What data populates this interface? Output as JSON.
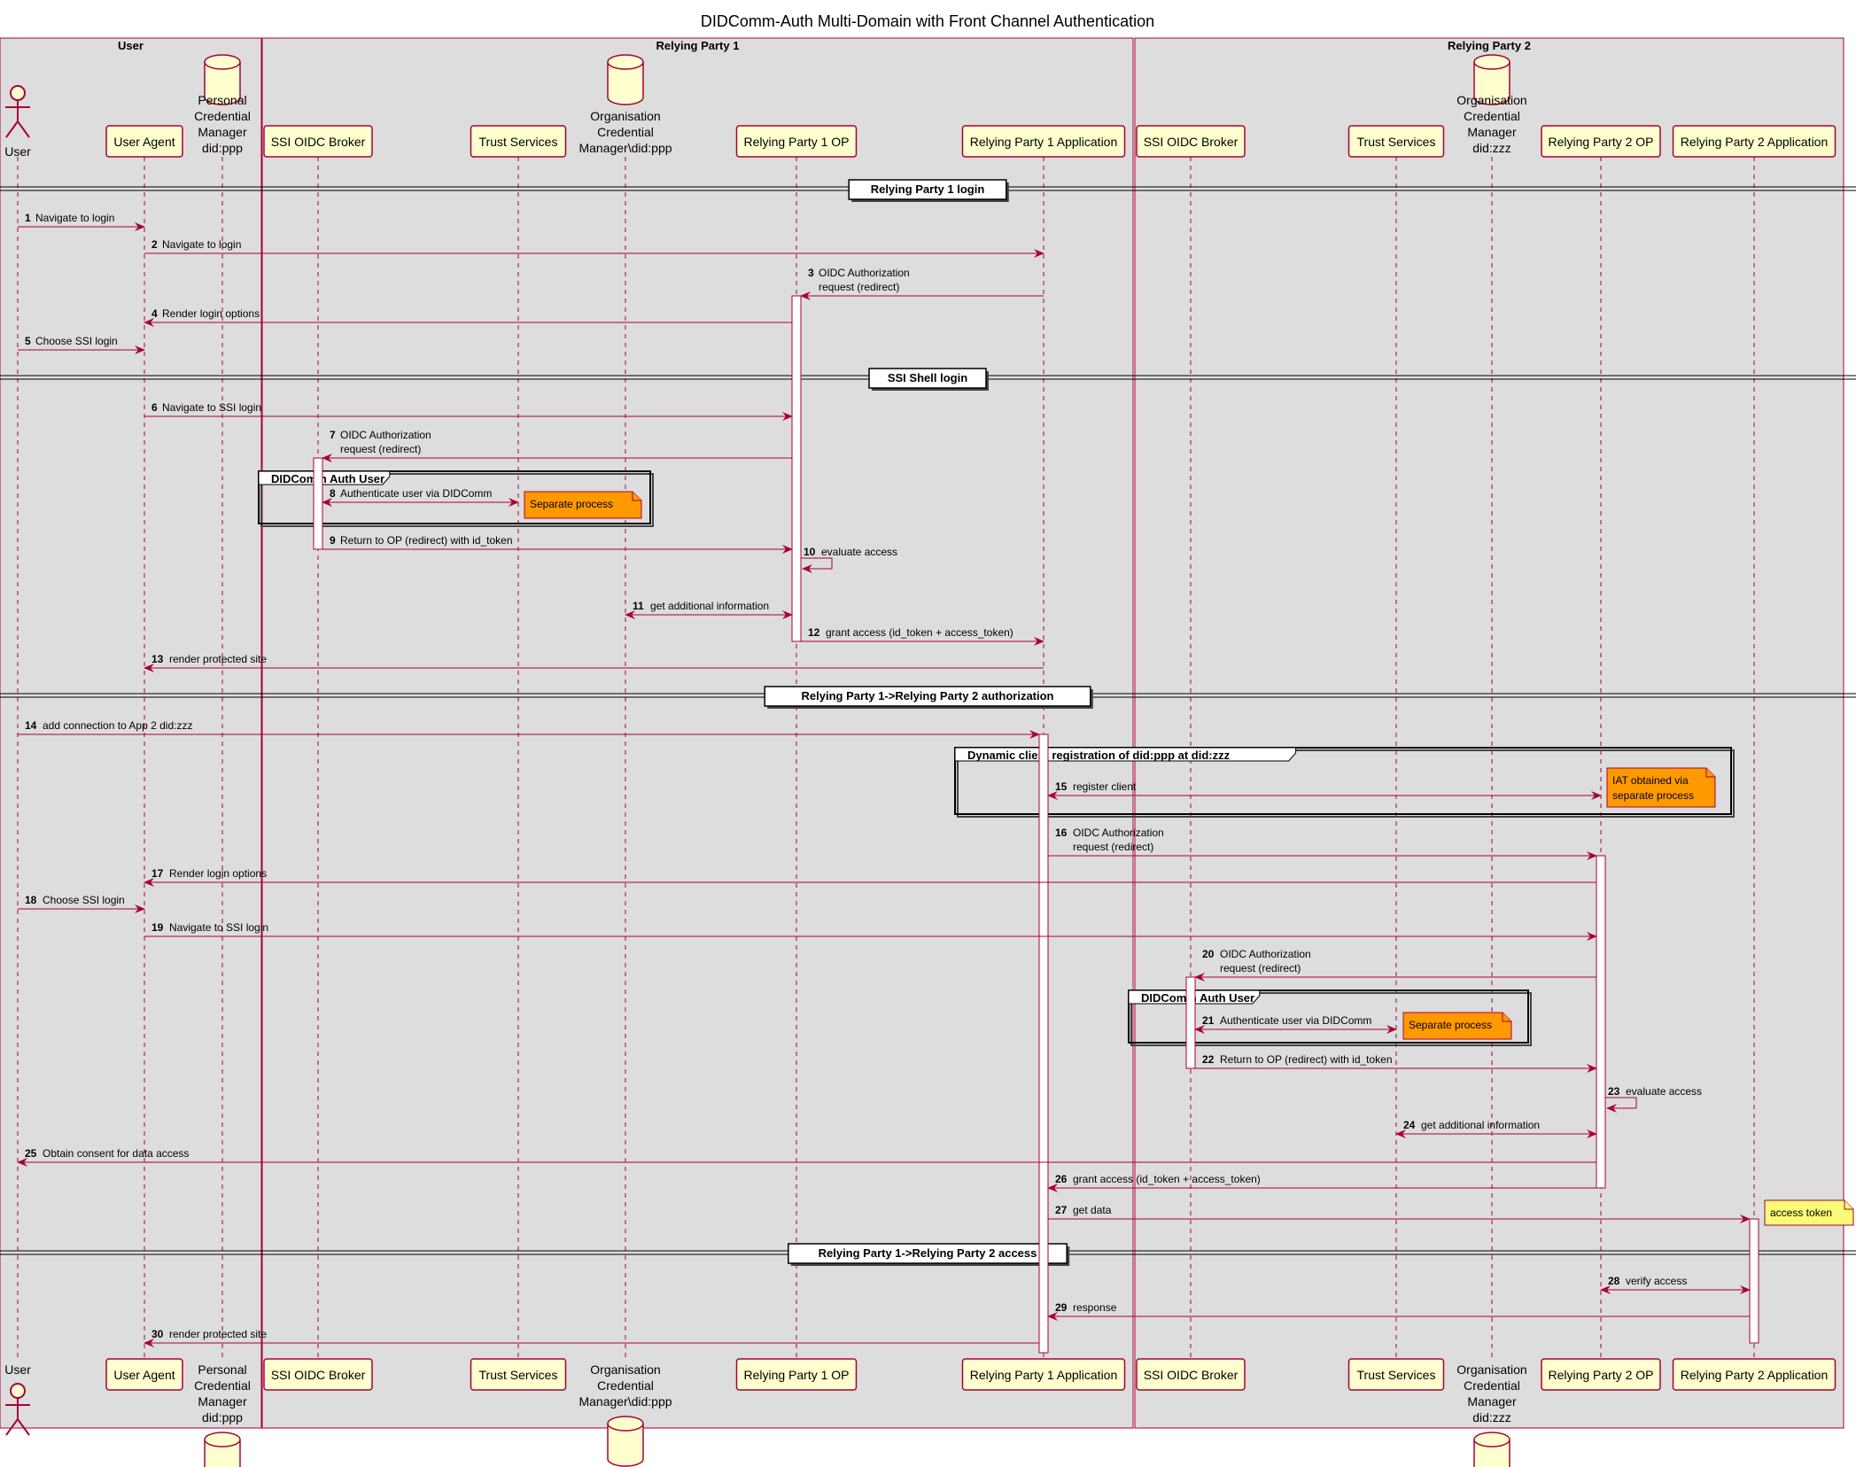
{
  "title": "DIDComm-Auth Multi-Domain with Front Channel Authentication",
  "boxes": [
    {
      "id": "user",
      "label": "User"
    },
    {
      "id": "rp1",
      "label": "Relying Party 1"
    },
    {
      "id": "rp2",
      "label": "Relying Party 2"
    }
  ],
  "participants": [
    {
      "id": "user",
      "type": "actor",
      "lines": [
        "User"
      ]
    },
    {
      "id": "ua",
      "type": "participant",
      "lines": [
        "User Agent"
      ]
    },
    {
      "id": "pcm",
      "type": "database",
      "lines": [
        "Personal",
        "Credential",
        "Manager",
        "did:ppp"
      ]
    },
    {
      "id": "broker1",
      "type": "participant",
      "lines": [
        "SSI OIDC Broker"
      ]
    },
    {
      "id": "trust1",
      "type": "participant",
      "lines": [
        "Trust Services"
      ]
    },
    {
      "id": "ocm1",
      "type": "database",
      "lines": [
        "Organisation",
        "Credential",
        "Manager\\did:ppp"
      ]
    },
    {
      "id": "op1",
      "type": "participant",
      "lines": [
        "Relying Party 1 OP"
      ]
    },
    {
      "id": "app1",
      "type": "participant",
      "lines": [
        "Relying Party 1 Application"
      ]
    },
    {
      "id": "broker2",
      "type": "participant",
      "lines": [
        "SSI OIDC Broker"
      ]
    },
    {
      "id": "trust2",
      "type": "participant",
      "lines": [
        "Trust Services"
      ]
    },
    {
      "id": "ocm2",
      "type": "database",
      "lines": [
        "Organisation",
        "Credential",
        "Manager",
        "did:zzz"
      ]
    },
    {
      "id": "op2",
      "type": "participant",
      "lines": [
        "Relying Party 2 OP"
      ]
    },
    {
      "id": "app2",
      "type": "participant",
      "lines": [
        "Relying Party 2 Application"
      ]
    }
  ],
  "dividers": [
    {
      "label": "Relying Party 1 login"
    },
    {
      "label": "SSI Shell login"
    },
    {
      "label": "Relying Party 1->Relying Party 2 authorization"
    },
    {
      "label": "Relying Party 1->Relying Party 2 access"
    }
  ],
  "groups": [
    {
      "label": "DIDComm Auth User"
    },
    {
      "label": "Dynamic client registration of did:ppp at did:zzz"
    },
    {
      "label": "DIDComm Auth User"
    }
  ],
  "notes": [
    {
      "text": [
        "Separate process"
      ]
    },
    {
      "text": [
        "IAT obtained via",
        "separate process"
      ]
    },
    {
      "text": [
        "Separate process"
      ]
    },
    {
      "text": [
        "access token"
      ]
    }
  ],
  "messages": [
    {
      "n": "1",
      "from": "user",
      "to": "ua",
      "text": [
        "Navigate to login"
      ]
    },
    {
      "n": "2",
      "from": "ua",
      "to": "app1",
      "text": [
        "Navigate to login"
      ]
    },
    {
      "n": "3",
      "from": "app1",
      "to": "op1",
      "text": [
        "OIDC Authorization",
        "request (redirect)"
      ]
    },
    {
      "n": "4",
      "from": "op1",
      "to": "ua",
      "text": [
        "Render login options"
      ]
    },
    {
      "n": "5",
      "from": "user",
      "to": "ua",
      "text": [
        "Choose SSI login"
      ]
    },
    {
      "n": "6",
      "from": "ua",
      "to": "op1",
      "text": [
        "Navigate to SSI login"
      ]
    },
    {
      "n": "7",
      "from": "op1",
      "to": "broker1",
      "text": [
        "OIDC Authorization",
        "request (redirect)"
      ]
    },
    {
      "n": "8",
      "from": "broker1",
      "to": "trust1",
      "text": [
        "Authenticate user via DIDComm"
      ],
      "both": true
    },
    {
      "n": "9",
      "from": "broker1",
      "to": "op1",
      "text": [
        "Return to OP (redirect) with id_token"
      ]
    },
    {
      "n": "10",
      "from": "op1",
      "to": "op1",
      "text": [
        "evaluate access"
      ],
      "self": true
    },
    {
      "n": "11",
      "from": "ocm1",
      "to": "op1",
      "text": [
        "get additional information"
      ],
      "both": true
    },
    {
      "n": "12",
      "from": "op1",
      "to": "app1",
      "text": [
        "grant access (id_token + access_token)"
      ]
    },
    {
      "n": "13",
      "from": "app1",
      "to": "ua",
      "text": [
        "render protected site"
      ]
    },
    {
      "n": "14",
      "from": "user",
      "to": "app1",
      "text": [
        "add connection to App 2 did:zzz"
      ]
    },
    {
      "n": "15",
      "from": "app1",
      "to": "op2",
      "text": [
        "register client"
      ],
      "both": true
    },
    {
      "n": "16",
      "from": "app1",
      "to": "op2",
      "text": [
        "OIDC Authorization",
        "request (redirect)"
      ]
    },
    {
      "n": "17",
      "from": "op2",
      "to": "ua",
      "text": [
        "Render login options"
      ]
    },
    {
      "n": "18",
      "from": "user",
      "to": "ua",
      "text": [
        "Choose SSI login"
      ]
    },
    {
      "n": "19",
      "from": "ua",
      "to": "op2",
      "text": [
        "Navigate to SSI login"
      ]
    },
    {
      "n": "20",
      "from": "op2",
      "to": "broker2",
      "text": [
        "OIDC Authorization",
        "request (redirect)"
      ]
    },
    {
      "n": "21",
      "from": "broker2",
      "to": "trust2",
      "text": [
        "Authenticate user via DIDComm"
      ],
      "both": true
    },
    {
      "n": "22",
      "from": "broker2",
      "to": "op2",
      "text": [
        "Return to OP (redirect) with id_token"
      ]
    },
    {
      "n": "23",
      "from": "op2",
      "to": "op2",
      "text": [
        "evaluate access"
      ],
      "self": true
    },
    {
      "n": "24",
      "from": "trust2",
      "to": "op2",
      "text": [
        "get additional information"
      ],
      "both": true
    },
    {
      "n": "25",
      "from": "op2",
      "to": "user",
      "text": [
        "Obtain consent for data access"
      ]
    },
    {
      "n": "26",
      "from": "op2",
      "to": "app1",
      "text": [
        "grant access (id_token + access_token)"
      ]
    },
    {
      "n": "27",
      "from": "app1",
      "to": "app2",
      "text": [
        "get data"
      ]
    },
    {
      "n": "28",
      "from": "op2",
      "to": "app2",
      "text": [
        "verify access"
      ],
      "both": true
    },
    {
      "n": "29",
      "from": "app2",
      "to": "app1",
      "text": [
        "response"
      ]
    },
    {
      "n": "30",
      "from": "app1",
      "to": "ua",
      "text": [
        "render protected site"
      ]
    }
  ],
  "colors": {
    "line": "#A80036",
    "box_bg": "#DDDDDD",
    "participant_bg": "#FEFECE",
    "note_bg": "#FF9900",
    "note_bg_plain": "#FBFB77"
  }
}
